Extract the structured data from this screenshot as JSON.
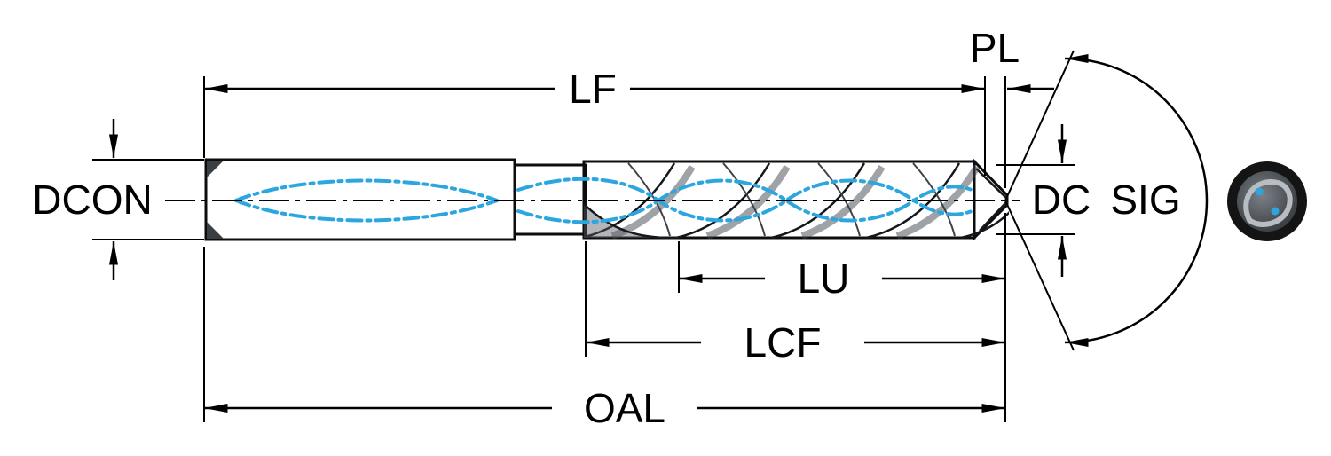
{
  "labels": {
    "lf": "LF",
    "pl": "PL",
    "dcon": "DCON",
    "dc": "DC",
    "sig": "SIG",
    "lu": "LU",
    "lcf": "LCF",
    "oal": "OAL"
  },
  "colors": {
    "coolant_blue": "#2BA6DE",
    "shank_fill": "#D9E8F2",
    "line_black": "#000000"
  }
}
